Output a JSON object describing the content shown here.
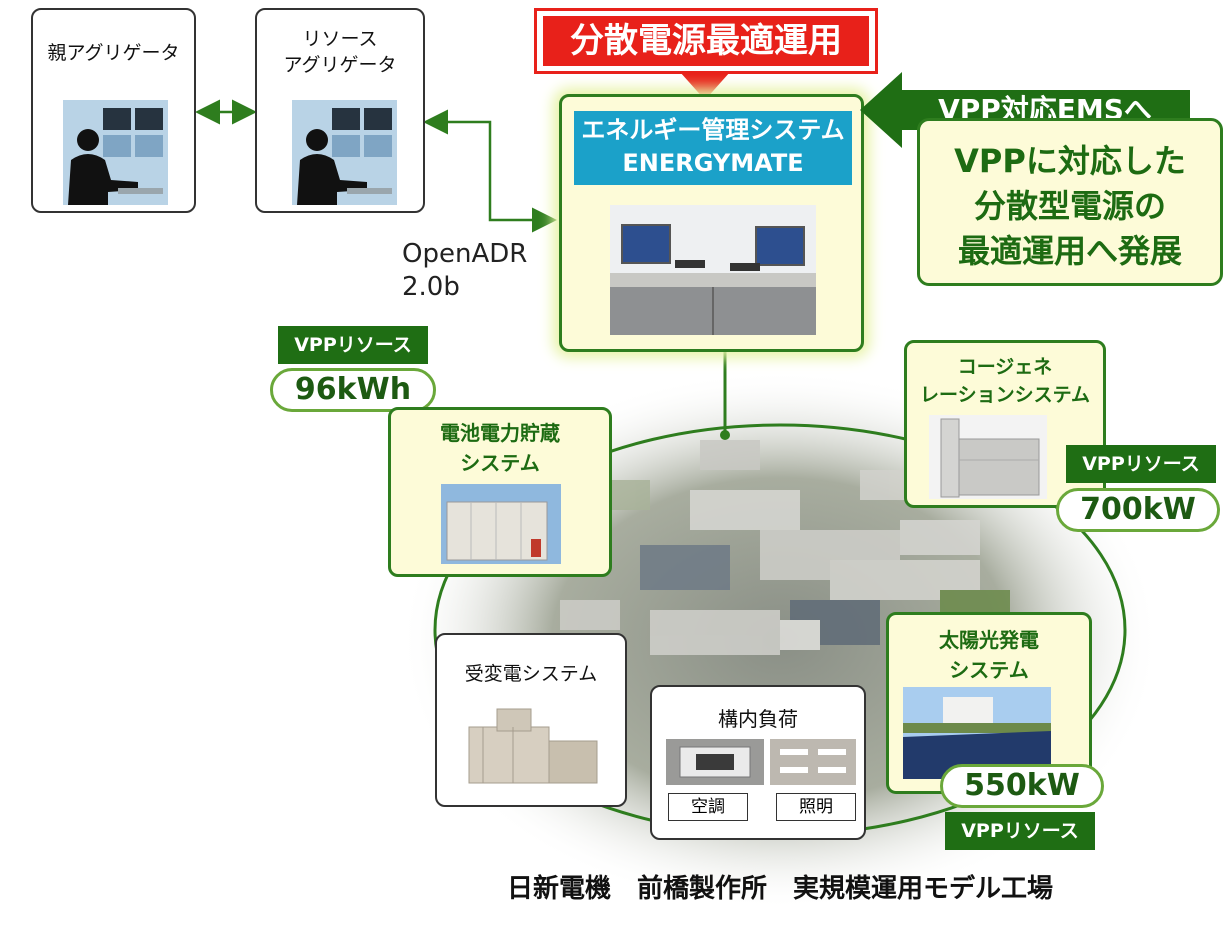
{
  "parent_aggregator": {
    "label": "親アグリゲータ"
  },
  "resource_aggregator": {
    "label_line1": "リソース",
    "label_line2": "アグリゲータ"
  },
  "protocol": {
    "line1": "OpenADR",
    "line2": "2.0b"
  },
  "banner": {
    "text": "分散電源最適運用"
  },
  "ems": {
    "title_line1": "エネルギー管理システム",
    "title_line2": "ENERGYMATE"
  },
  "vpp_arrow": {
    "text": "VPP対応EMSへ"
  },
  "vpp_desc": {
    "line1": "VPPに対応した",
    "line2": "分散型電源の",
    "line3": "最適運用へ発展"
  },
  "battery": {
    "label_line1": "電池電力貯蔵",
    "label_line2": "システム",
    "tag": "VPPリソース",
    "value": "96kWh"
  },
  "cogeneration": {
    "label_line1": "コージェネ",
    "label_line2": "レーションシステム",
    "tag": "VPPリソース",
    "value": "700kW"
  },
  "solar": {
    "label_line1": "太陽光発電",
    "label_line2": "システム",
    "tag": "VPPリソース",
    "value": "550kW"
  },
  "substation": {
    "label": "受変電システム"
  },
  "load": {
    "label": "構内負荷",
    "item1": "空調",
    "item2": "照明"
  },
  "footer": {
    "caption": "日新電機　前橋製作所　実規模運用モデル工場"
  },
  "colors": {
    "green_dark": "#1f6e14",
    "green_border": "#2e7d1e",
    "banner_red": "#e8211a",
    "ems_title_bg": "#1ba1c9",
    "box_fill": "#fdfbd8"
  }
}
